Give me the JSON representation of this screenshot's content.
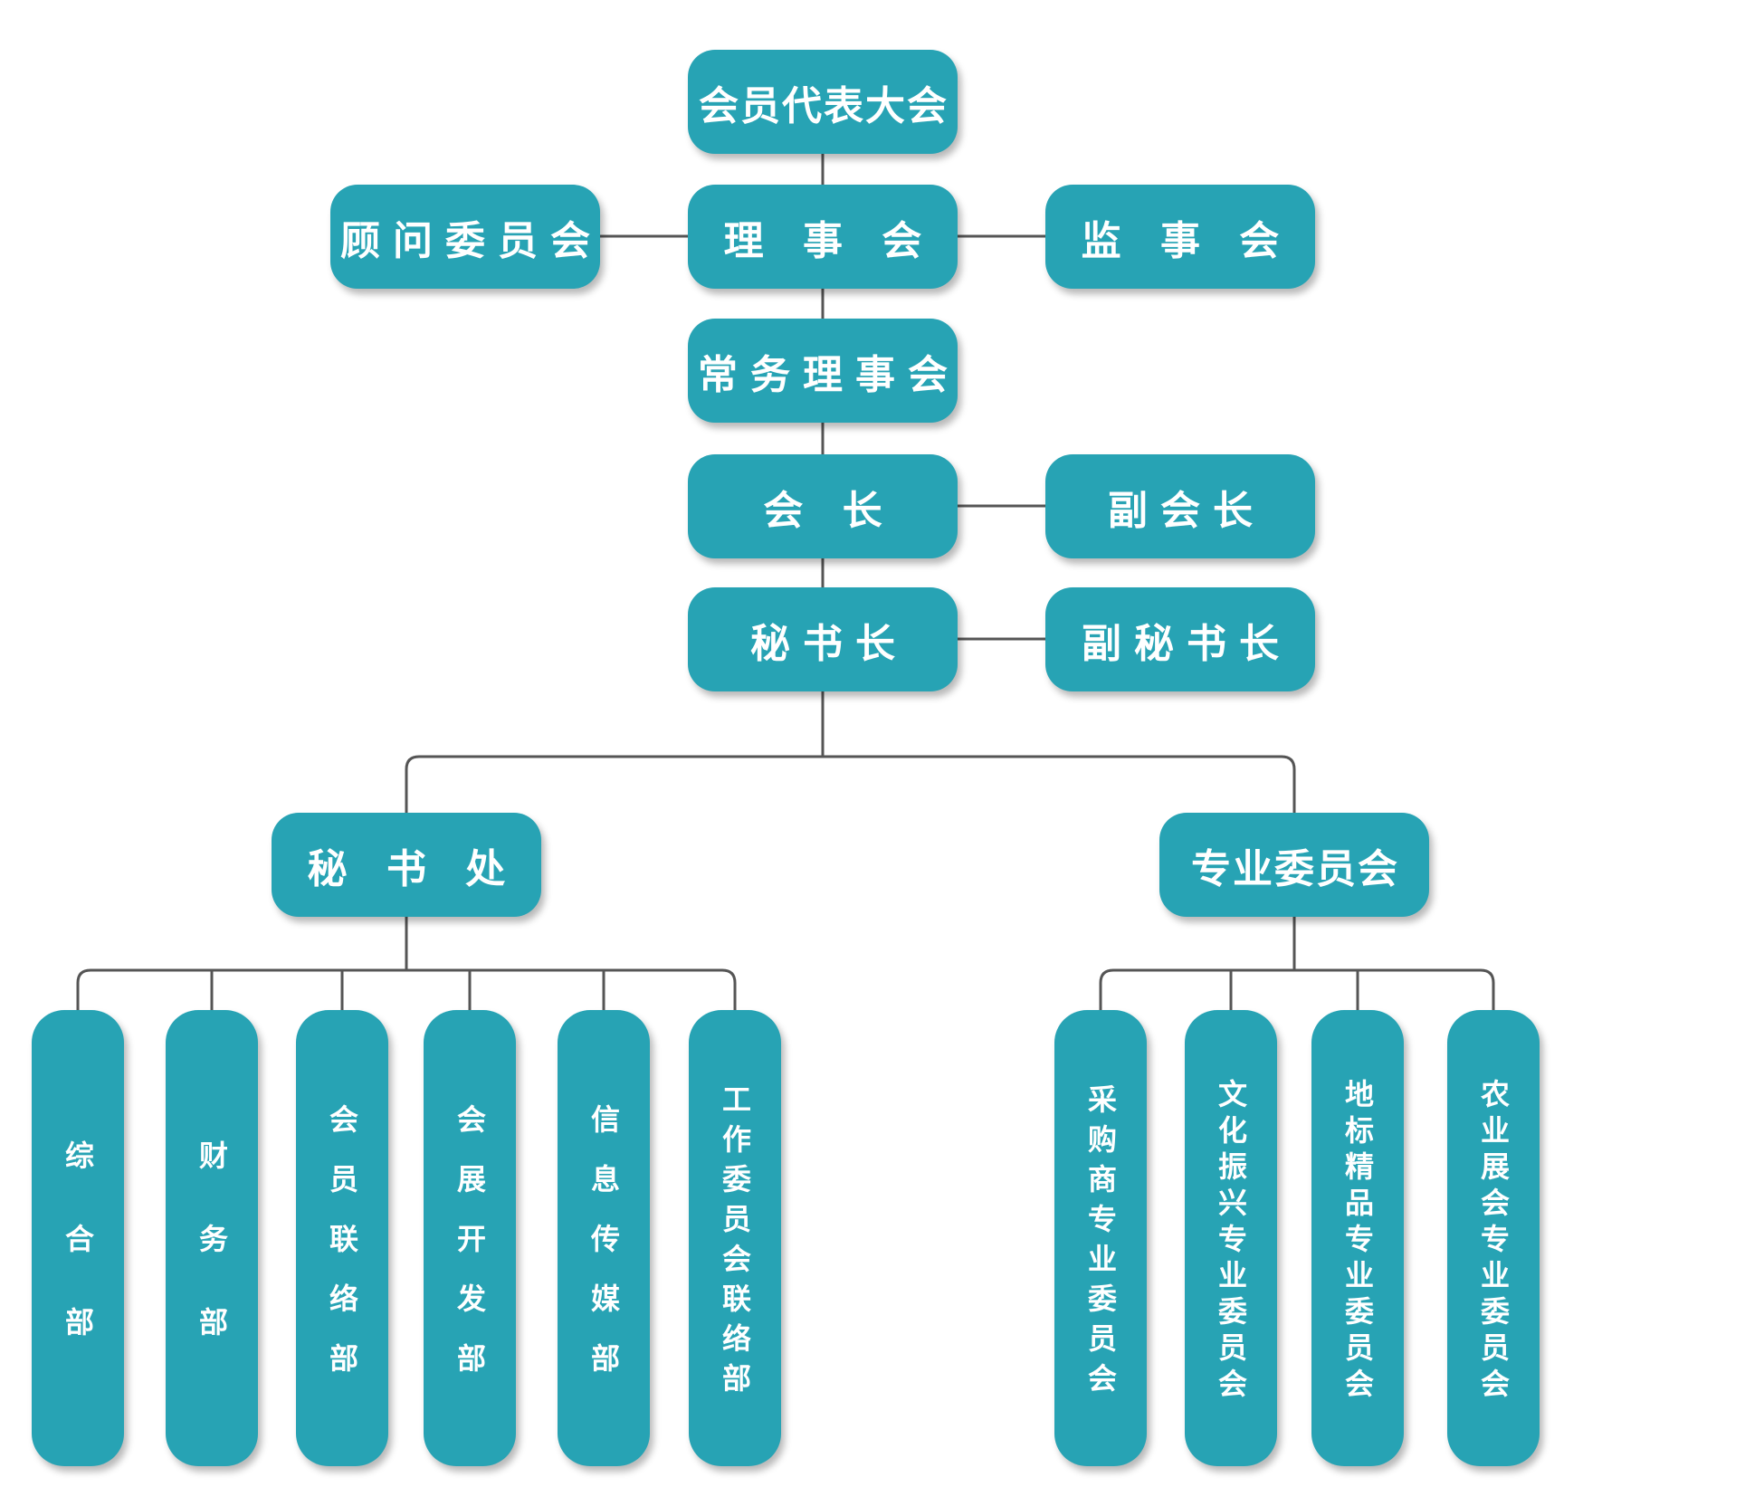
{
  "colors": {
    "box": "#27a3b4",
    "line": "#555555",
    "text": "#ffffff"
  },
  "nodes": {
    "congress": "会员代表大会",
    "council": "理 事 会",
    "advisory": "顾问委员会",
    "supervisors": "监 事 会",
    "standing": "常务理事会",
    "president": "会  长",
    "vice_president": "副会长",
    "secretary_general": "秘书长",
    "deputy_secretary_general": "副秘书长",
    "secretariat": "秘  书  处",
    "professional_committees": "专业委员会"
  },
  "departments": [
    {
      "key": "dept-general",
      "label": "综合部"
    },
    {
      "key": "dept-finance",
      "label": "财务部"
    },
    {
      "key": "dept-member-liaison",
      "label": "会员联络部"
    },
    {
      "key": "dept-exhibition",
      "label": "会展开发部"
    },
    {
      "key": "dept-media",
      "label": "信息传媒部"
    },
    {
      "key": "dept-committee-liaison",
      "label": "工作委员会联络部"
    }
  ],
  "committees": [
    {
      "key": "committee-purchasers",
      "label": "采购商专业委员会"
    },
    {
      "key": "committee-culture",
      "label": "文化振兴专业委员会"
    },
    {
      "key": "committee-geo-products",
      "label": "地标精品专业委员会"
    },
    {
      "key": "committee-agri-exhibition",
      "label": "农业展会专业委员会"
    }
  ]
}
